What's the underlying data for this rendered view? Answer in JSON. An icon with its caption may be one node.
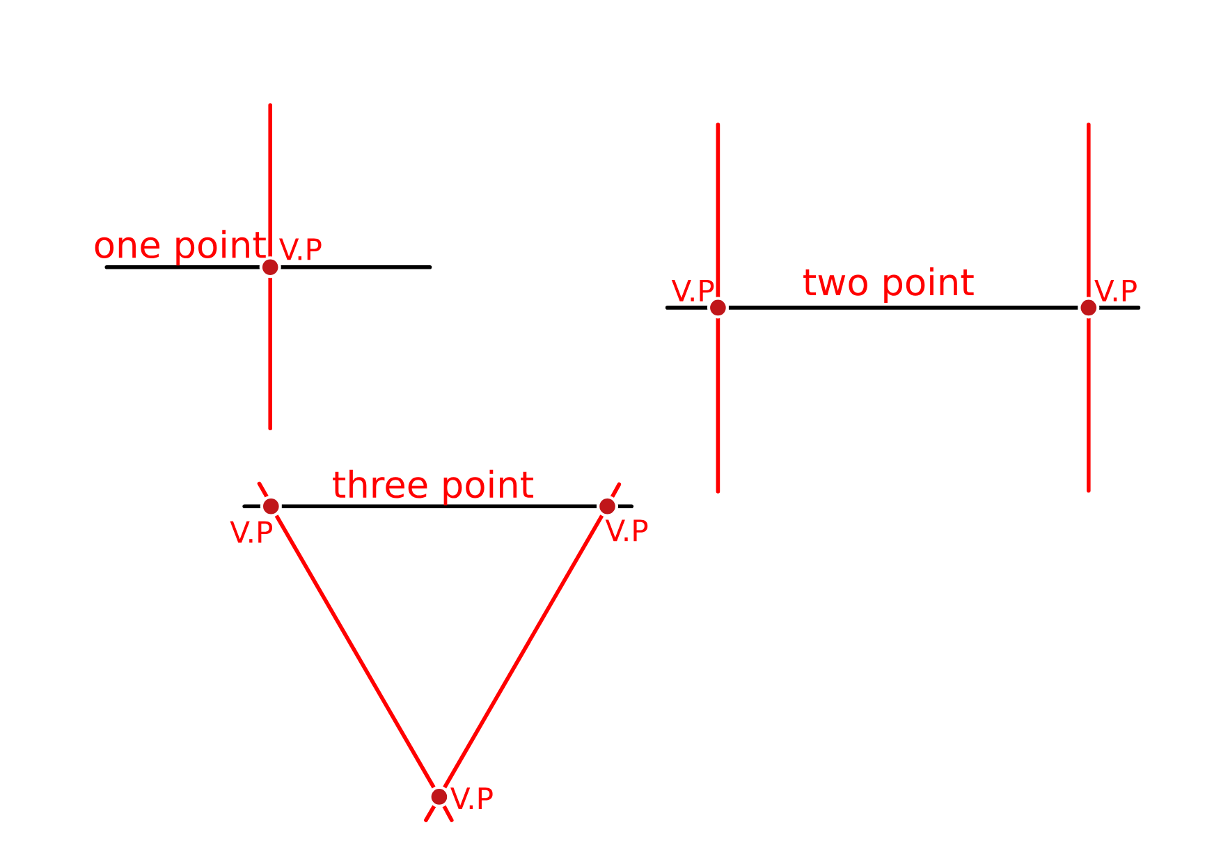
{
  "diagram": {
    "nodes": [
      {
        "text": [],
        "shape": "circle",
        "beside": [
          "V.P"
        ]
      },
      {
        "text": [],
        "shape": "circle",
        "beside": [
          "V.P"
        ]
      },
      {
        "text": [],
        "shape": "circle",
        "beside": [
          "V.P"
        ]
      },
      {
        "text": [],
        "shape": "circle",
        "beside": [
          "V.P"
        ]
      },
      {
        "text": [],
        "shape": "circle",
        "beside": [
          "V.P"
        ]
      },
      {
        "text": [],
        "shape": "circle",
        "beside": [
          "V.P"
        ]
      }
    ],
    "edges": [
      {
        "from": 1,
        "to": 2,
        "arrow": "none",
        "color": "#000000"
      },
      {
        "from": 3,
        "to": 4,
        "arrow": "none",
        "color": "#000000"
      },
      {
        "from": 3,
        "to": 5,
        "arrow": "none",
        "color": "#ff0000"
      },
      {
        "from": 4,
        "to": 5,
        "arrow": "none",
        "color": "#ff0000"
      }
    ],
    "labels": [
      "one point",
      "two point",
      "three point"
    ]
  }
}
